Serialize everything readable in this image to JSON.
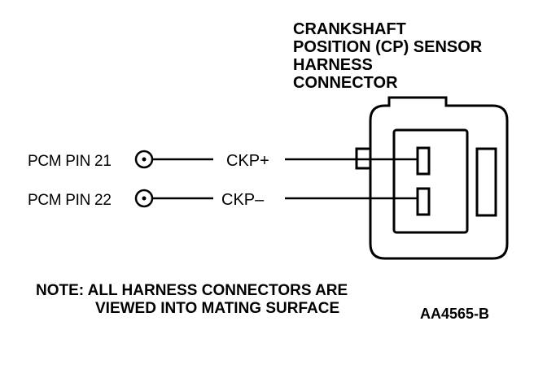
{
  "connector_title": {
    "line1": "CRANKSHAFT",
    "line2": "POSITION (CP) SENSOR",
    "line3": "HARNESS",
    "line4": "CONNECTOR"
  },
  "circuits": [
    {
      "pcm_label": "PCM PIN 21",
      "signal": "CKP+"
    },
    {
      "pcm_label": "PCM PIN 22",
      "signal": "CKP–"
    }
  ],
  "note": {
    "line1": "NOTE: ALL HARNESS CONNECTORS ARE",
    "line2": "VIEWED INTO MATING SURFACE"
  },
  "figure_code": "AA4565-B",
  "colors": {
    "ink": "#000000",
    "background": "#ffffff"
  },
  "icons": [
    "terminal-icon",
    "connector-body-icon",
    "pin-blade-icon"
  ]
}
